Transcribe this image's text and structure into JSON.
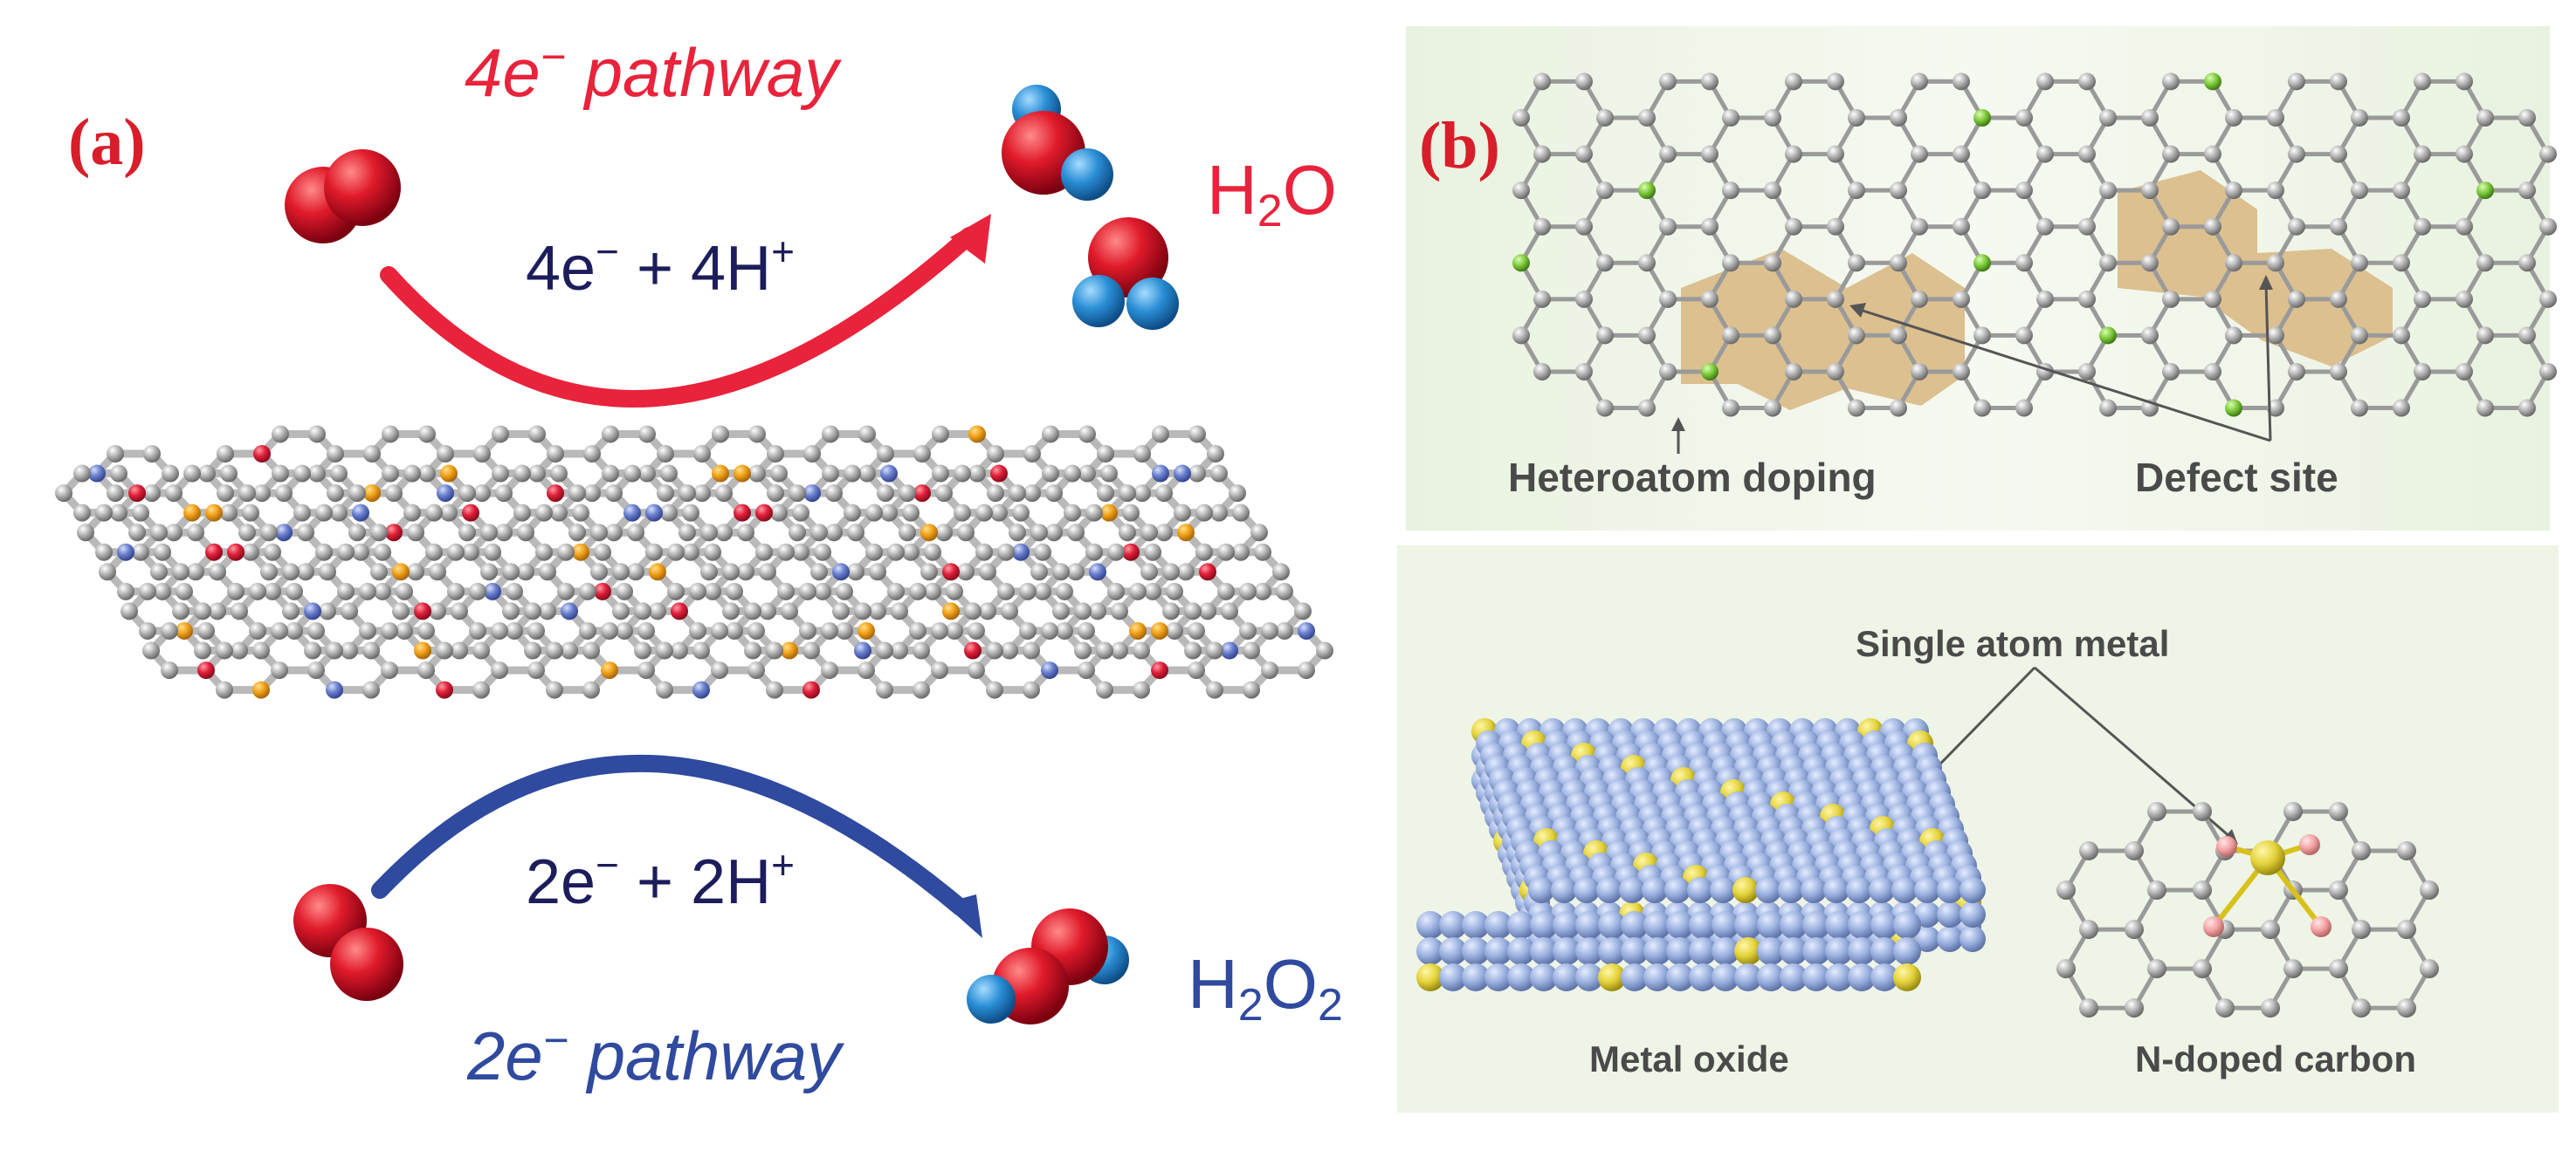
{
  "panel_a": {
    "letter": "(a)",
    "top_pathway": {
      "number": "4",
      "rest": " pathway"
    },
    "top_equation": {
      "e": "4e",
      "mid": " + 4H"
    },
    "top_product": {
      "main": "H",
      "sub": "2",
      "tail": "O"
    },
    "bottom_pathway": {
      "number": "2",
      "rest": " pathway"
    },
    "bottom_equation": {
      "e": "2e",
      "mid": " + 2H"
    },
    "bottom_product": {
      "main": "H",
      "sub": "2",
      "mid": "O",
      "sub2": "2"
    },
    "colors": {
      "red": "#e8233b",
      "blue": "#2f4a9e",
      "navy": "#1d1d5c"
    }
  },
  "panel_b": {
    "letter": "(b)",
    "top": {
      "label_left": "Heteroatom doping",
      "label_right": "Defect site"
    },
    "bottom": {
      "callout": "Single atom metal",
      "label_left": "Metal oxide",
      "label_right": "N-doped carbon"
    },
    "colors": {
      "background": "#eef4e6",
      "defect": "#dcc08f",
      "dopant": "#7cc73a",
      "metal": "#e3d23a",
      "oxide": "#9ab0de",
      "n_atom": "#f2a3a3"
    }
  },
  "icons": [
    "o2-molecule-icon",
    "h2o-molecule-icon",
    "h2o2-molecule-icon",
    "graphene-sheet-icon",
    "metal-oxide-slab-icon"
  ]
}
